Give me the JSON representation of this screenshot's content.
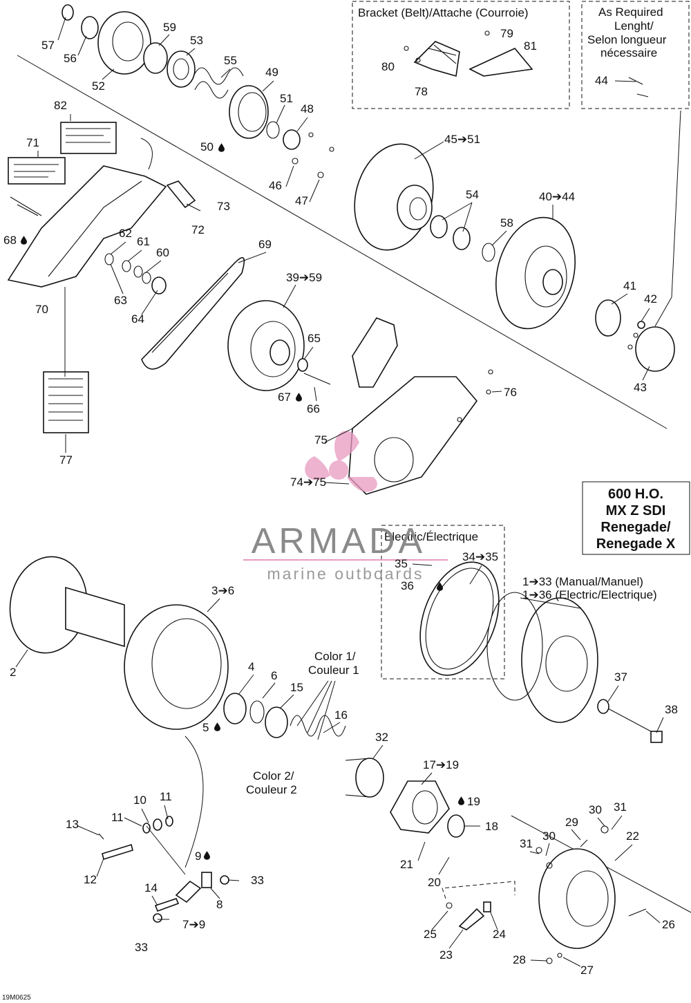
{
  "callouts": [
    {
      "id": "c57",
      "text": "57"
    },
    {
      "id": "c56",
      "text": "56"
    },
    {
      "id": "c52",
      "text": "52"
    },
    {
      "id": "c59",
      "text": "59"
    },
    {
      "id": "c53",
      "text": "53"
    },
    {
      "id": "c55",
      "text": "55"
    },
    {
      "id": "c49",
      "text": "49"
    },
    {
      "id": "c51",
      "text": "51"
    },
    {
      "id": "c48",
      "text": "48"
    },
    {
      "id": "c50",
      "text": "50"
    },
    {
      "id": "c46",
      "text": "46"
    },
    {
      "id": "c47",
      "text": "47"
    },
    {
      "id": "c45",
      "text": "45➔51"
    },
    {
      "id": "c54",
      "text": "54"
    },
    {
      "id": "c58",
      "text": "58"
    },
    {
      "id": "c40",
      "text": "40➔44"
    },
    {
      "id": "c41",
      "text": "41"
    },
    {
      "id": "c42",
      "text": "42"
    },
    {
      "id": "c43",
      "text": "43"
    },
    {
      "id": "c82",
      "text": "82"
    },
    {
      "id": "c71",
      "text": "71"
    },
    {
      "id": "c73",
      "text": "73"
    },
    {
      "id": "c72",
      "text": "72"
    },
    {
      "id": "c68",
      "text": "68"
    },
    {
      "id": "c62",
      "text": "62"
    },
    {
      "id": "c61",
      "text": "61"
    },
    {
      "id": "c60",
      "text": "60"
    },
    {
      "id": "c63",
      "text": "63"
    },
    {
      "id": "c64",
      "text": "64"
    },
    {
      "id": "c70",
      "text": "70"
    },
    {
      "id": "c69",
      "text": "69"
    },
    {
      "id": "c39",
      "text": "39➔59"
    },
    {
      "id": "c65",
      "text": "65"
    },
    {
      "id": "c67",
      "text": "67"
    },
    {
      "id": "c66",
      "text": "66"
    },
    {
      "id": "c76",
      "text": "76"
    },
    {
      "id": "c75",
      "text": "75"
    },
    {
      "id": "c74",
      "text": "74➔75"
    },
    {
      "id": "c77",
      "text": "77"
    },
    {
      "id": "c44",
      "text": "44"
    },
    {
      "id": "c79",
      "text": "79"
    },
    {
      "id": "c81",
      "text": "81"
    },
    {
      "id": "c80",
      "text": "80"
    },
    {
      "id": "c78",
      "text": "78"
    },
    {
      "id": "c2",
      "text": "2"
    },
    {
      "id": "c3",
      "text": "3➔6"
    },
    {
      "id": "c4",
      "text": "4"
    },
    {
      "id": "c6",
      "text": "6"
    },
    {
      "id": "c5",
      "text": "5"
    },
    {
      "id": "c15",
      "text": "15"
    },
    {
      "id": "c16",
      "text": "16"
    },
    {
      "id": "c32",
      "text": "32"
    },
    {
      "id": "c17",
      "text": "17➔19"
    },
    {
      "id": "c19",
      "text": "19"
    },
    {
      "id": "c18",
      "text": "18"
    },
    {
      "id": "c35",
      "text": "35"
    },
    {
      "id": "c34",
      "text": "34➔35"
    },
    {
      "id": "c36",
      "text": "36"
    },
    {
      "id": "c37",
      "text": "37"
    },
    {
      "id": "c38",
      "text": "38"
    },
    {
      "id": "c13",
      "text": "13"
    },
    {
      "id": "c11a",
      "text": "11"
    },
    {
      "id": "c10",
      "text": "10"
    },
    {
      "id": "c11b",
      "text": "11"
    },
    {
      "id": "c12",
      "text": "12"
    },
    {
      "id": "c9",
      "text": "9"
    },
    {
      "id": "c33a",
      "text": "33"
    },
    {
      "id": "c8",
      "text": "8"
    },
    {
      "id": "c14",
      "text": "14"
    },
    {
      "id": "c7",
      "text": "7➔9"
    },
    {
      "id": "c33b",
      "text": "33"
    },
    {
      "id": "c21",
      "text": "21"
    },
    {
      "id": "c20",
      "text": "20"
    },
    {
      "id": "c30a",
      "text": "30"
    },
    {
      "id": "c31a",
      "text": "31"
    },
    {
      "id": "c29",
      "text": "29"
    },
    {
      "id": "c30b",
      "text": "30"
    },
    {
      "id": "c31b",
      "text": "31"
    },
    {
      "id": "c22",
      "text": "22"
    },
    {
      "id": "c25",
      "text": "25"
    },
    {
      "id": "c24",
      "text": "24"
    },
    {
      "id": "c23",
      "text": "23"
    },
    {
      "id": "c26",
      "text": "26"
    },
    {
      "id": "c28",
      "text": "28"
    },
    {
      "id": "c27",
      "text": "27"
    }
  ],
  "boxes": {
    "bracket_title": "Bracket (Belt)/Attache (Courroie)",
    "as_required_line1": "As Required",
    "as_required_line2": "Lenght/",
    "as_required_line3": "Selon longueur",
    "as_required_line4": "nécessaire",
    "electric_title": "Electric/Électrique"
  },
  "model": {
    "line1": "600 H.O.",
    "line2": "MX Z SDI",
    "line3": "Renegade/",
    "line4": "Renegade X"
  },
  "assembly_labels": {
    "manual": "1➔33 (Manual/Manuel)",
    "electric": "1➔36 (Electric/Electrique)"
  },
  "color_labels": {
    "c1_line1": "Color 1/",
    "c1_line2": "Couleur 1",
    "c2_line1": "Color 2/",
    "c2_line2": "Couleur 2"
  },
  "watermark": {
    "brand": "ARMADA",
    "tagline": "marine outboards"
  },
  "drawing_ref": "19M0625",
  "colors": {
    "line": "#111111",
    "watermark_pink": "#e79ac0",
    "watermark_gray": "#8a8a8a"
  }
}
